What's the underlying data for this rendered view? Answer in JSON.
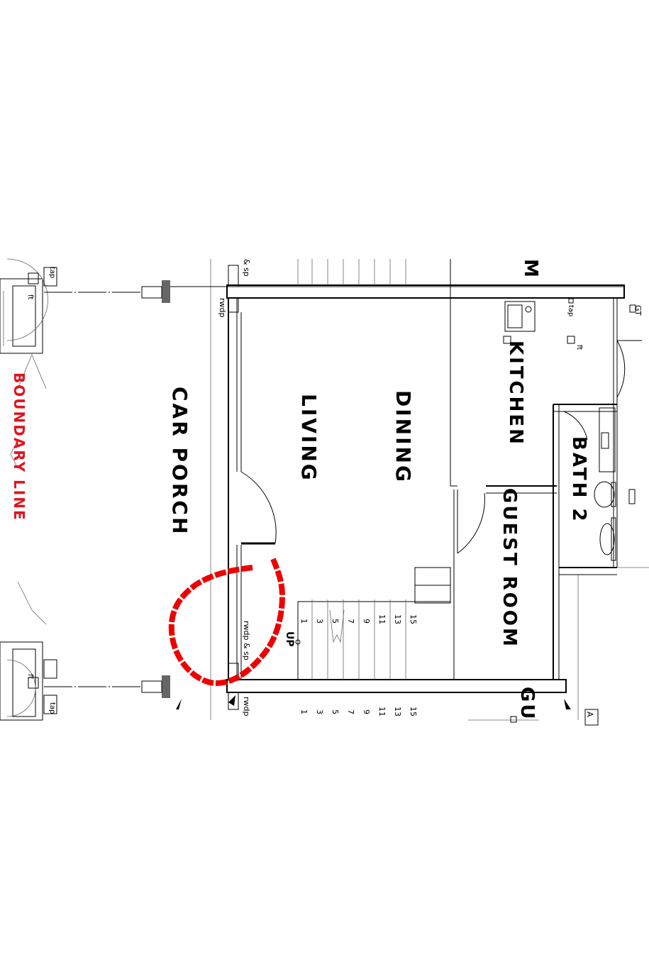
{
  "labels": {
    "boundary": "BOUNDARY LINE",
    "car_porch": "CAR PORCH",
    "living": "LIVING",
    "dining": "DINING",
    "kitchen": "KITCHEN",
    "bath": "BATH 2",
    "guest_room": "GUEST ROOM",
    "guest_room_partial": "GU",
    "room_m_partial": "M",
    "stair_up": "UP",
    "rwdp": "rwdp",
    "rwdp_sp": "rwdp & sp",
    "sp_partial": "& sp",
    "tap": "tap",
    "ft": "ft",
    "gt": "GT",
    "arrow_a": "A"
  },
  "stair_numbers": [
    "1",
    "3",
    "5",
    "7",
    "9",
    "11",
    "13",
    "15"
  ],
  "colors": {
    "boundary_text": "#e0141e",
    "annotation": "#ee0000",
    "line": "#000000",
    "column": "#666666"
  }
}
